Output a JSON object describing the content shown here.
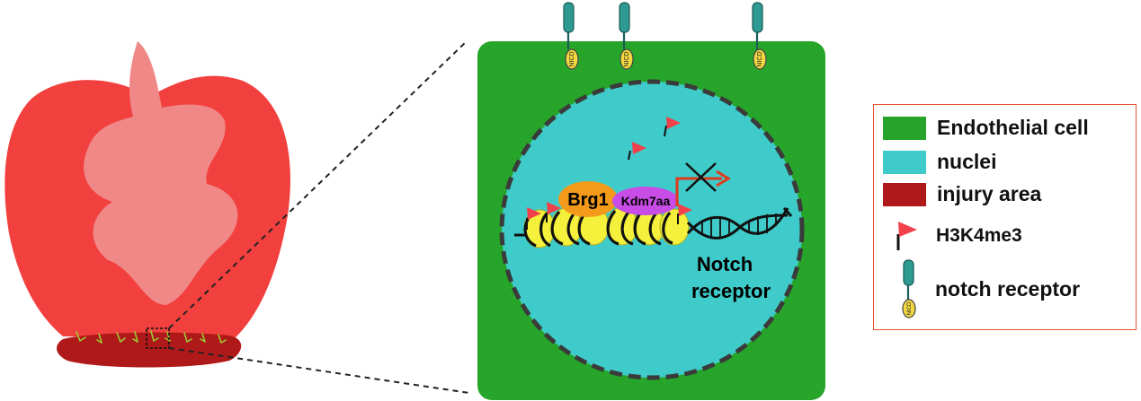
{
  "labels": {
    "brg1": "Brg1",
    "kdm7aa": "Kdm7aa",
    "notch_line1": "Notch",
    "notch_line2": "receptor",
    "nicd": "NICD"
  },
  "legend": {
    "items": [
      {
        "label": "Endothelial cell",
        "color": "#27a52a"
      },
      {
        "label": "nuclei",
        "color": "#3ecbc9"
      },
      {
        "label": "injury area",
        "color": "#b0191a"
      },
      {
        "label": "H3K4me3",
        "icon": "red-flag-icon"
      },
      {
        "label": "notch receptor",
        "icon": "notch-receptor-icon"
      }
    ]
  },
  "colors": {
    "heart": "#f2403e",
    "heart_inner": "#f08888",
    "injury": "#b0191a",
    "cell": "#27a52a",
    "nucleus": "#3ecbc9",
    "brg1": "#f39a1a",
    "kdm7aa": "#c84de6",
    "nucleosome": "#f5f03c",
    "flag": "#f2414a",
    "arrow": "#e03a1c",
    "receptor": "#2e9a92",
    "nicd": "#f2d840",
    "legend_border": "#e8532f"
  }
}
